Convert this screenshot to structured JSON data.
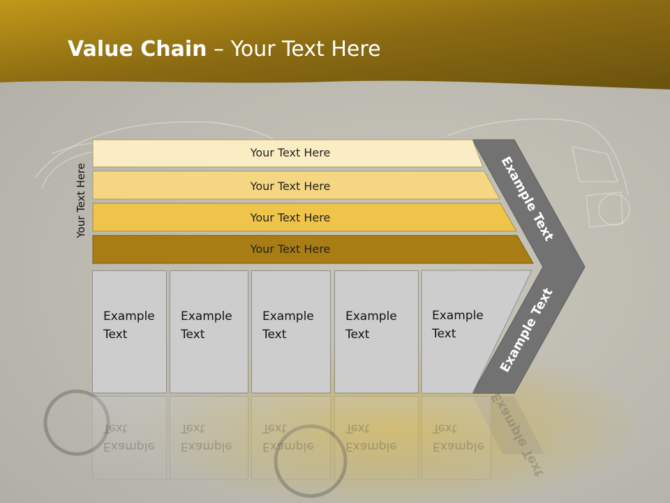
{
  "title": {
    "bold": "Value Chain",
    "rest": " – Your Text Here"
  },
  "side_label": "Your Text Here",
  "bars": [
    {
      "label": "Your Text Here",
      "color": "#faedc4"
    },
    {
      "label": "Your Text Here",
      "color": "#f5d682"
    },
    {
      "label": "Your Text Here",
      "color": "#efc44a"
    },
    {
      "label": "Your Text Here",
      "color": "#a87d14"
    }
  ],
  "boxes": [
    {
      "line1": "Example",
      "line2": "Text"
    },
    {
      "line1": "Example",
      "line2": "Text"
    },
    {
      "line1": "Example",
      "line2": "Text"
    },
    {
      "line1": "Example",
      "line2": "Text"
    },
    {
      "line1": "Example",
      "line2": "Text"
    }
  ],
  "chevron": {
    "top_text": "Example Text",
    "bottom_text": "Example Text",
    "color": "#727272"
  },
  "colors": {
    "header": "#9c7a10",
    "header_light": "#c59c1a"
  }
}
